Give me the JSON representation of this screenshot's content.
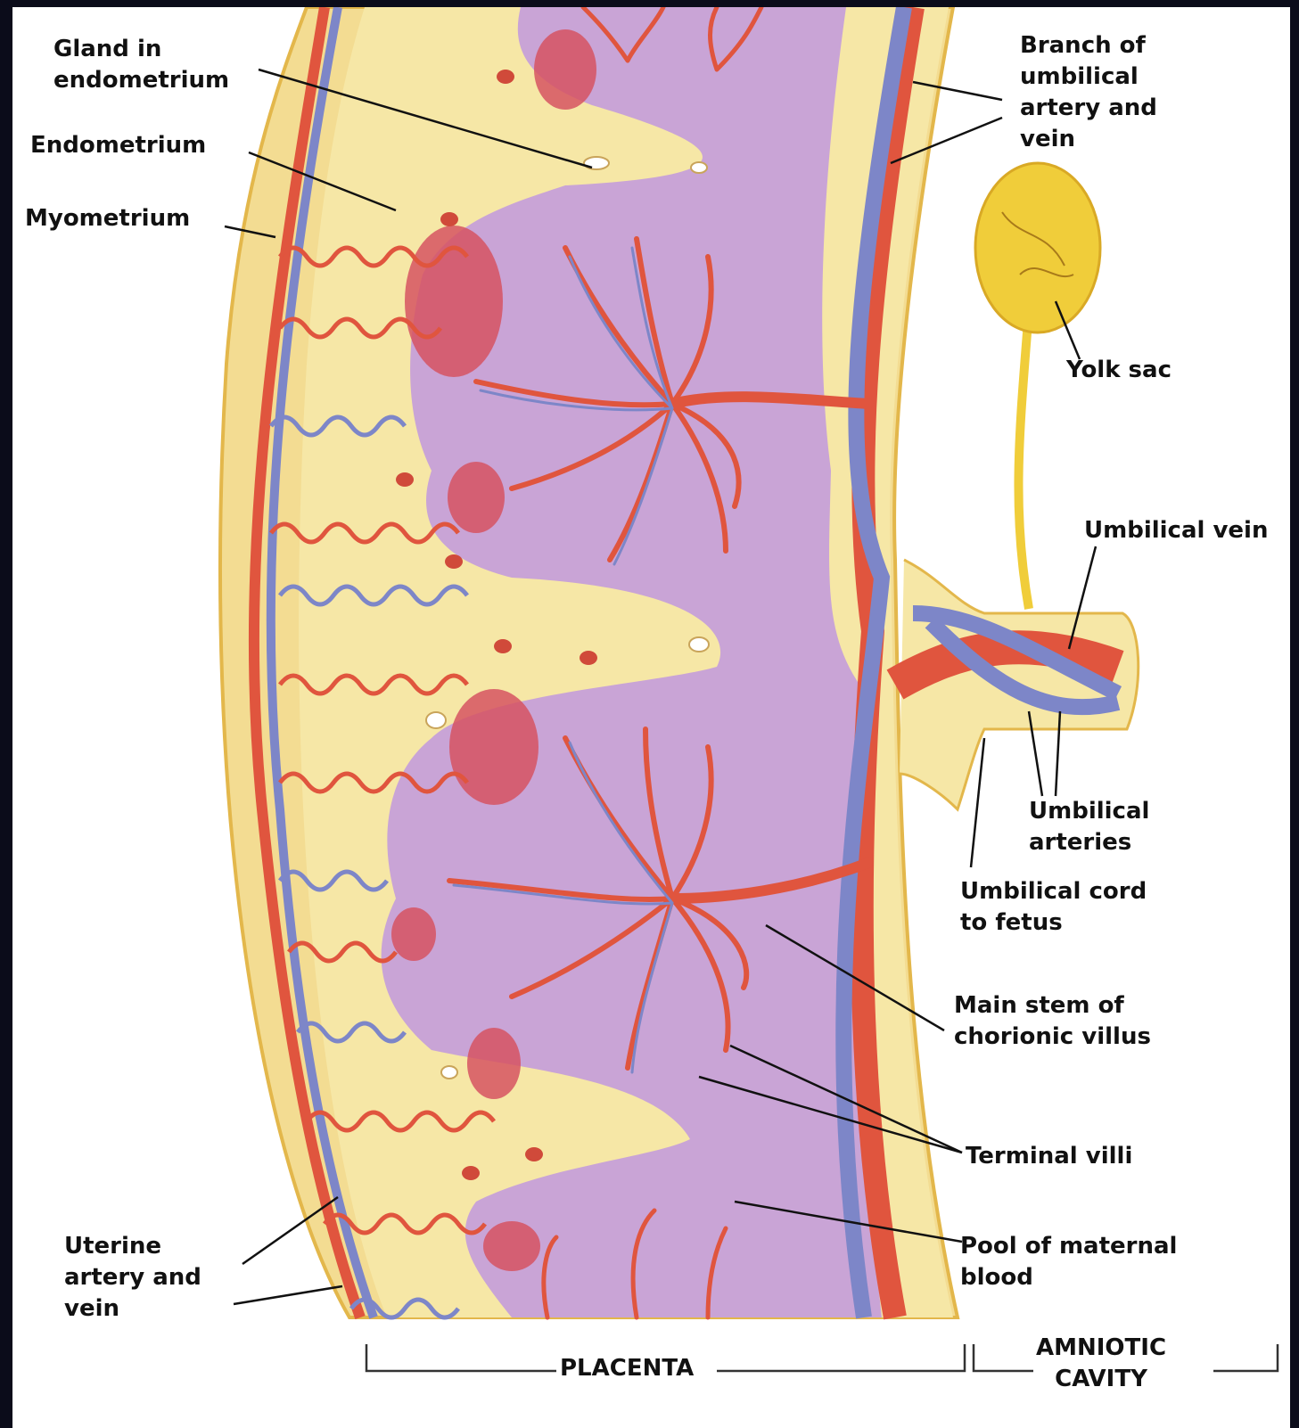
{
  "labels": {
    "gland": "Gland in\nendometrium",
    "endometrium": "Endometrium",
    "myometrium": "Myometrium",
    "umbilical_branch": "Branch of\numbilical\nartery and\nvein",
    "yolk_sac": "Yolk sac",
    "umbilical_vein": "Umbilical vein",
    "umbilical_arteries": "Umbilical\narteries",
    "umbilical_cord": "Umbilical cord\nto fetus",
    "main_stem": "Main stem of\nchorionic villus",
    "terminal_villi": "Terminal villi",
    "pool_blood": "Pool of maternal\nblood",
    "uterine": "Uterine\nartery and\nvein",
    "placenta": "PLACENTA",
    "amniotic": "AMNIOTIC\nCAVITY"
  },
  "colors": {
    "background": "#ffffff",
    "frame": "#0b0c1a",
    "tissue_yellow": "#f6e7a6",
    "wall_outline": "#e3b74b",
    "pool_purple": "#c9a4d6",
    "artery_red": "#e0553e",
    "vein_blue": "#7d86c8",
    "spiral_pink": "#d65462",
    "yolk_yellow": "#f0cd3a"
  }
}
